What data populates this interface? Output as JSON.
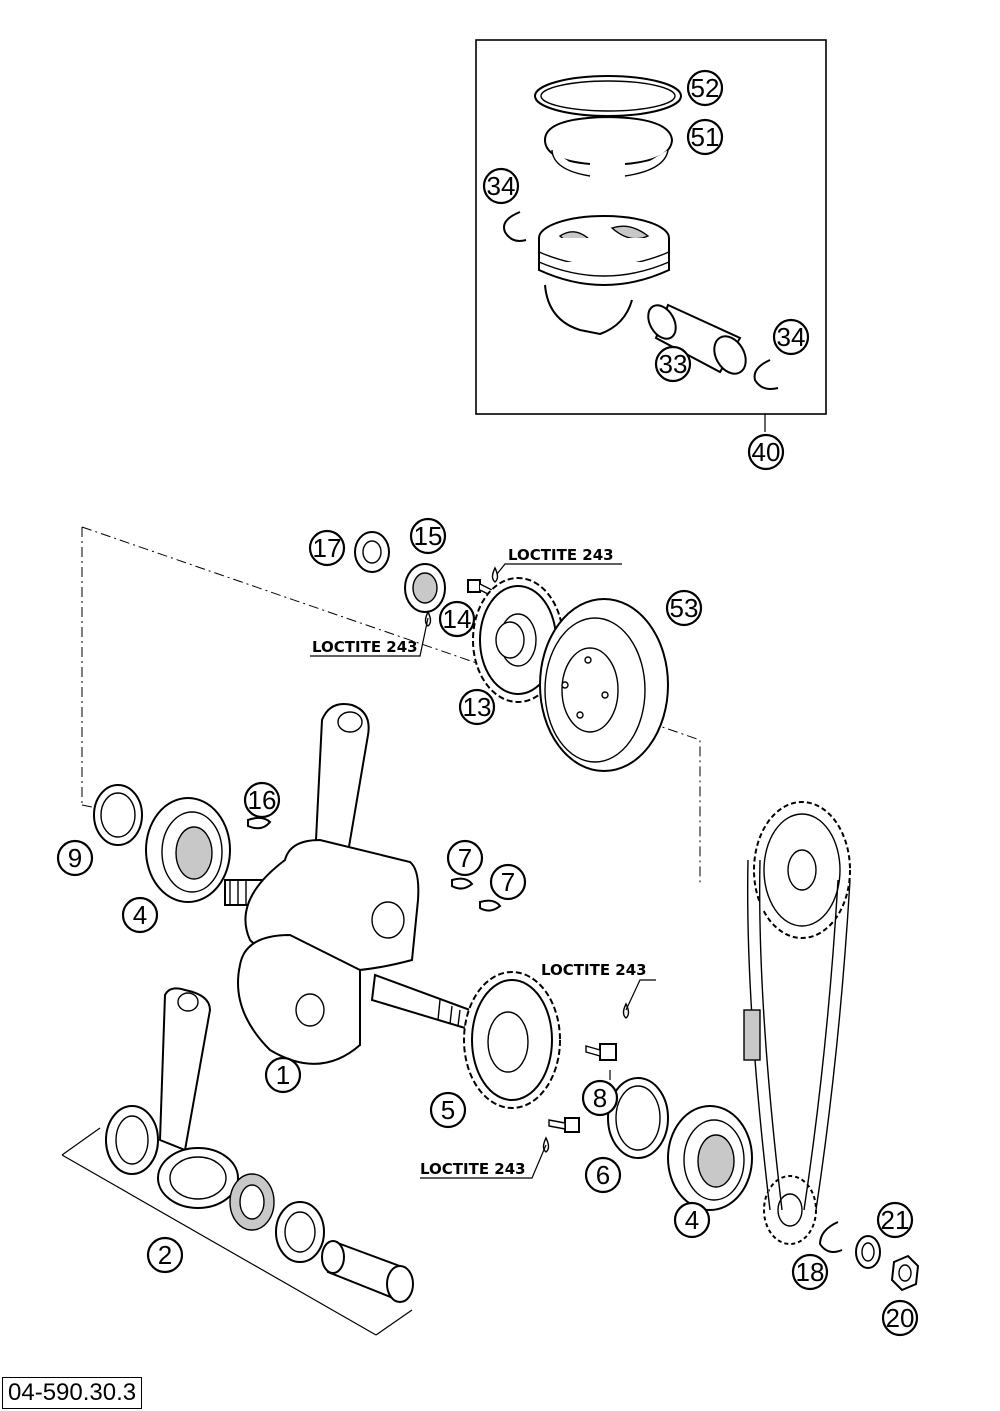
{
  "drawing_number": "04-590.30.3",
  "callouts": [
    "52",
    "51",
    "34",
    "33",
    "34",
    "40",
    "17",
    "15",
    "14",
    "13",
    "53",
    "16",
    "9",
    "4",
    "7",
    "7",
    "1",
    "5",
    "8",
    "6",
    "4",
    "2",
    "21",
    "18",
    "20"
  ],
  "loctite_labels": [
    "LOCTITE 243",
    "LOCTITE 243",
    "LOCTITE 243",
    "LOCTITE 243"
  ],
  "icons": [
    "piston-ring-icon",
    "piston-icon",
    "crankshaft-icon",
    "connecting-rod-icon",
    "gear-icon",
    "bearing-icon",
    "flywheel-icon",
    "timing-chain-icon",
    "nut-icon"
  ]
}
